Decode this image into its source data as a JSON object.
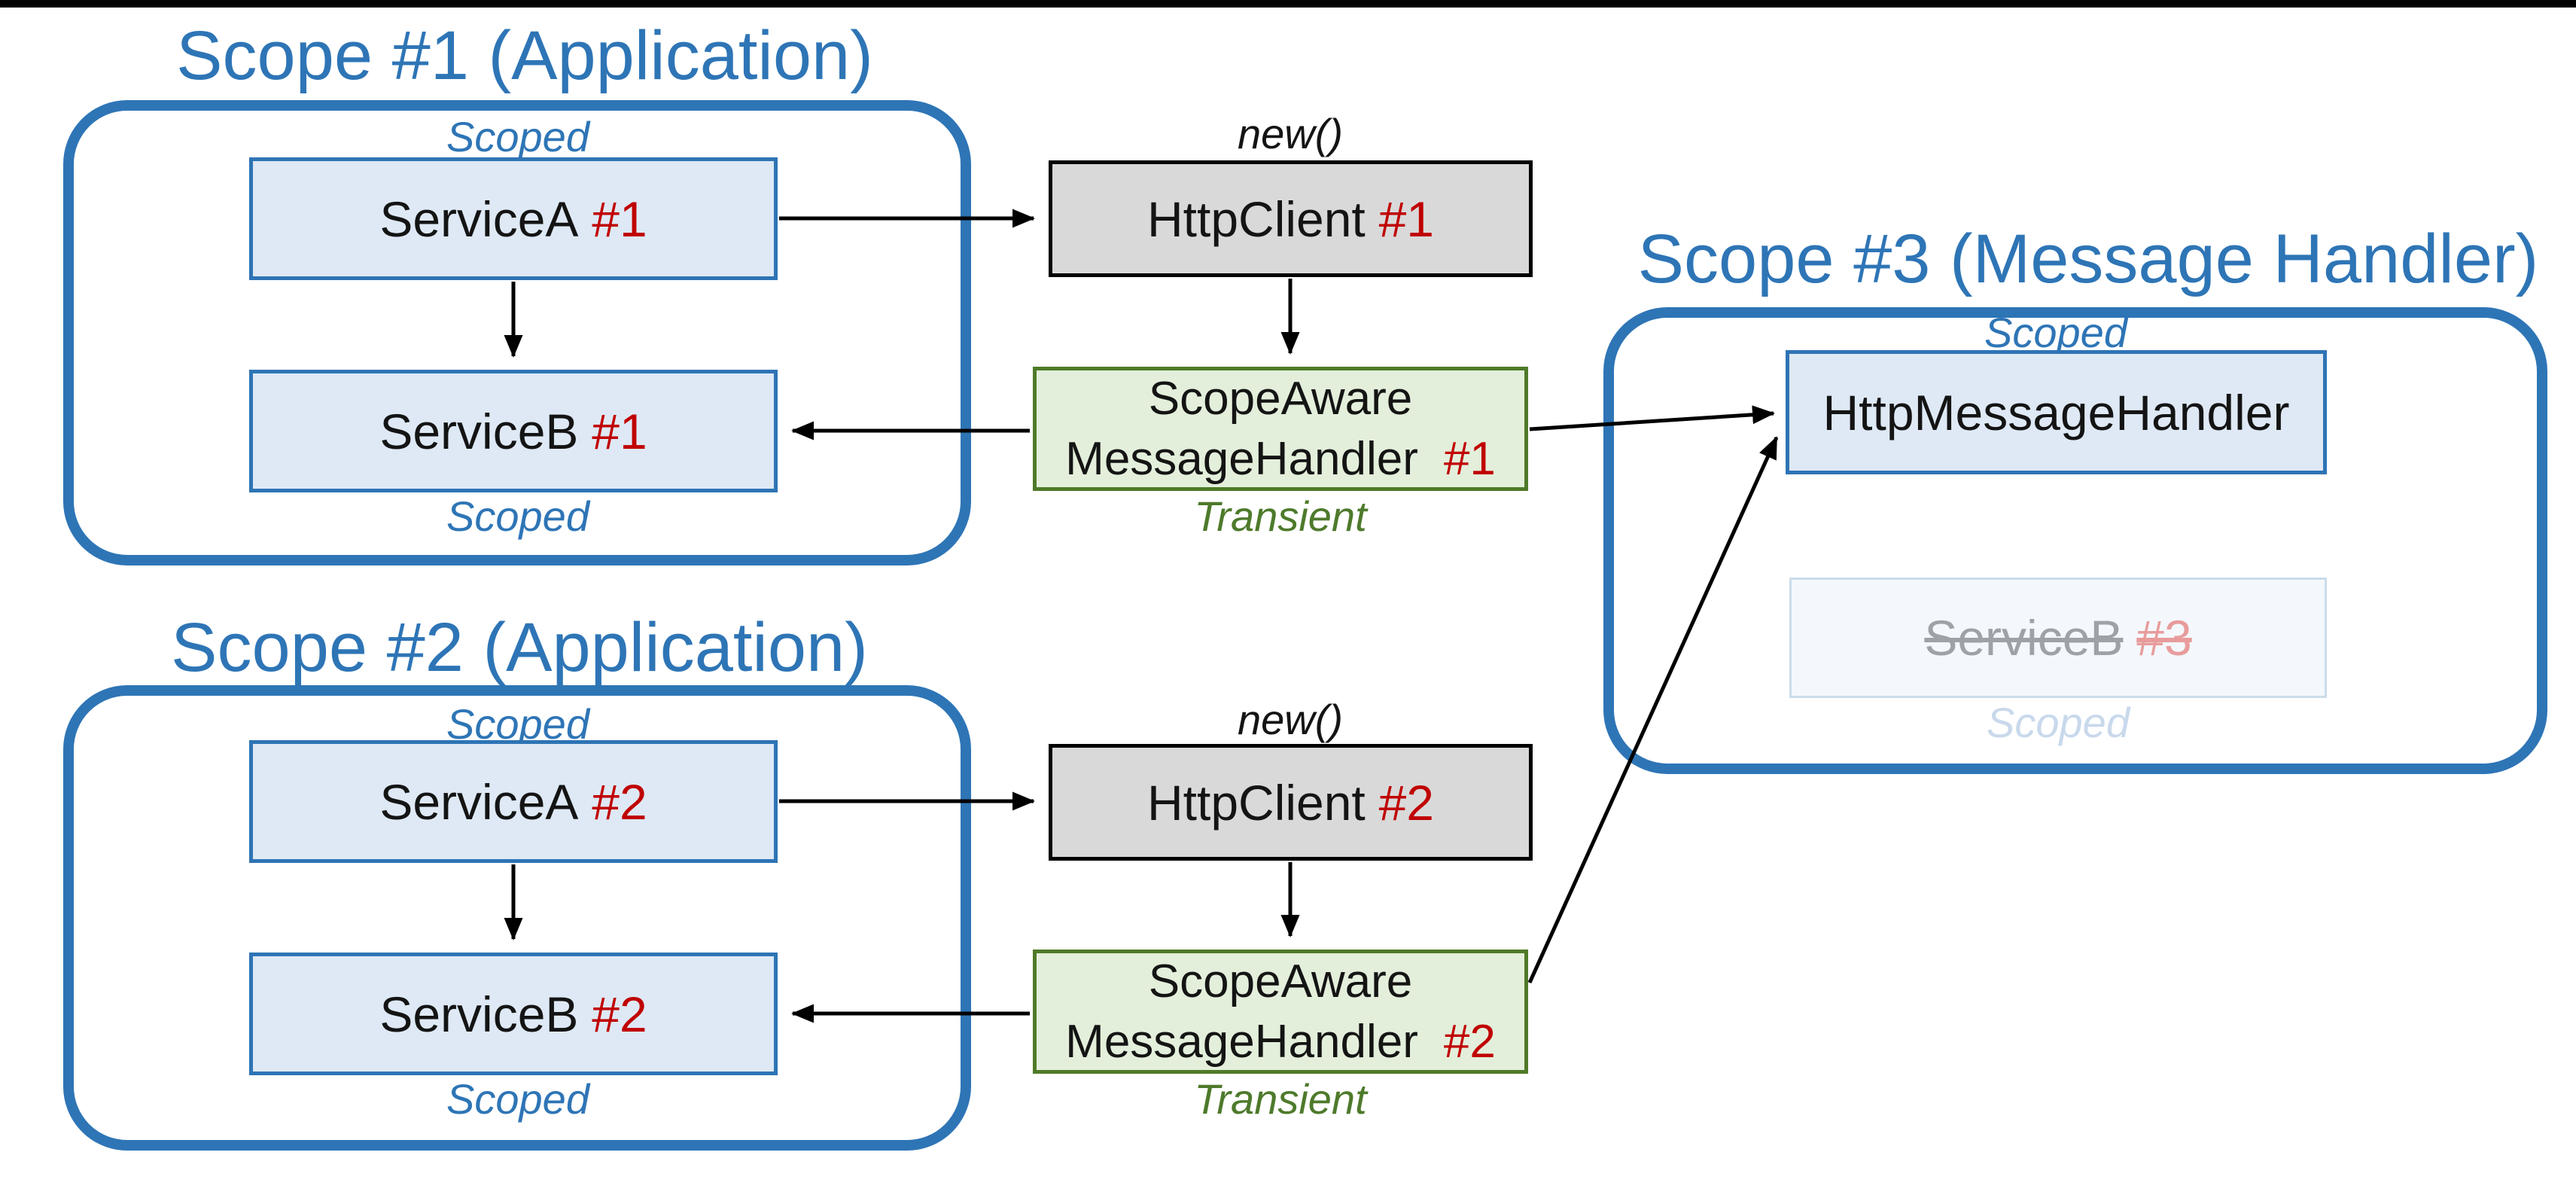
{
  "scope1": {
    "title": "Scope #1 (Application)",
    "scoped_top": "Scoped",
    "scoped_bottom": "Scoped",
    "service_a": {
      "name": "ServiceA",
      "id": "#1"
    },
    "service_b": {
      "name": "ServiceB",
      "id": "#1"
    }
  },
  "scope2": {
    "title": "Scope #2 (Application)",
    "scoped_top": "Scoped",
    "scoped_bottom": "Scoped",
    "service_a": {
      "name": "ServiceA",
      "id": "#2"
    },
    "service_b": {
      "name": "ServiceB",
      "id": "#2"
    }
  },
  "scope3": {
    "title": "Scope #3 (Message Handler)",
    "scoped_top": "Scoped",
    "handler_label": "HttpMessageHandler",
    "faded_service": {
      "name": "ServiceB",
      "id": "#3"
    },
    "scoped_faded": "Scoped"
  },
  "client1": {
    "annotation": "new()",
    "name": "HttpClient",
    "id": "#1"
  },
  "client2": {
    "annotation": "new()",
    "name": "HttpClient",
    "id": "#2"
  },
  "handler1": {
    "line1": "ScopeAware",
    "line2": "MessageHandler",
    "id": "#1",
    "annotation": "Transient"
  },
  "handler2": {
    "line1": "ScopeAware",
    "line2": "MessageHandler",
    "id": "#2",
    "annotation": "Transient"
  },
  "colors": {
    "scope_blue": "#2E75B6",
    "box_blue_fill": "#DEE9F5",
    "box_blue_border": "#2E74B5",
    "gray_fill": "#D9D9D9",
    "green_fill": "#E3EFDB",
    "green_border": "#4F7A28",
    "transient_green": "#4E7A2B",
    "instance_red": "#C00000",
    "faded_fill": "#F4F8FC",
    "faded_border": "#CBDCEA",
    "faded_gray_text": "#9EA2A8",
    "faded_red_text": "#E89C9C",
    "faded_blue_text": "#C9D9EC",
    "arrow_black": "#000000"
  }
}
